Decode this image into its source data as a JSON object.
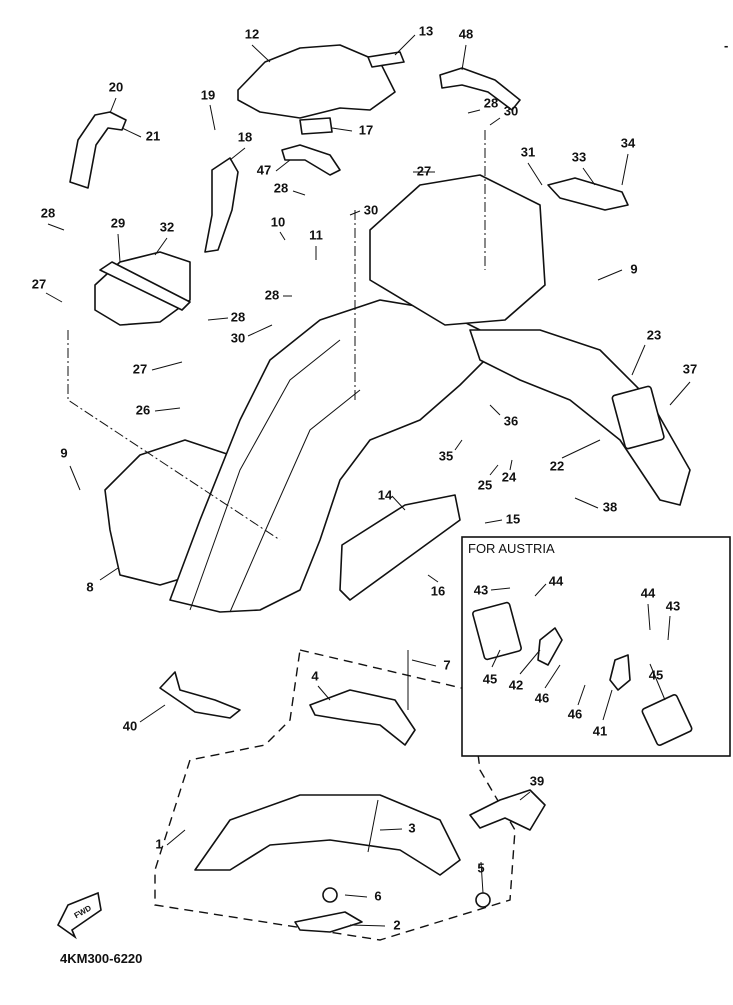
{
  "diagram": {
    "part_code": "4KM300-6220",
    "direction_badge": "FWD",
    "inset_title": "FOR AUSTRIA",
    "corner_mark": "-",
    "callouts": [
      "12",
      "13",
      "48",
      "20",
      "19",
      "21",
      "18",
      "17",
      "47",
      "28",
      "30",
      "27",
      "31",
      "33",
      "34",
      "28",
      "30",
      "10",
      "11",
      "29",
      "32",
      "28",
      "27",
      "28",
      "28",
      "30",
      "9",
      "27",
      "23",
      "37",
      "26",
      "36",
      "35",
      "25",
      "24",
      "22",
      "9",
      "38",
      "14",
      "15",
      "8",
      "16",
      "43",
      "44",
      "45",
      "42",
      "46",
      "46",
      "41",
      "44",
      "43",
      "45",
      "7",
      "4",
      "40",
      "39",
      "3",
      "1",
      "5",
      "6",
      "2"
    ]
  }
}
